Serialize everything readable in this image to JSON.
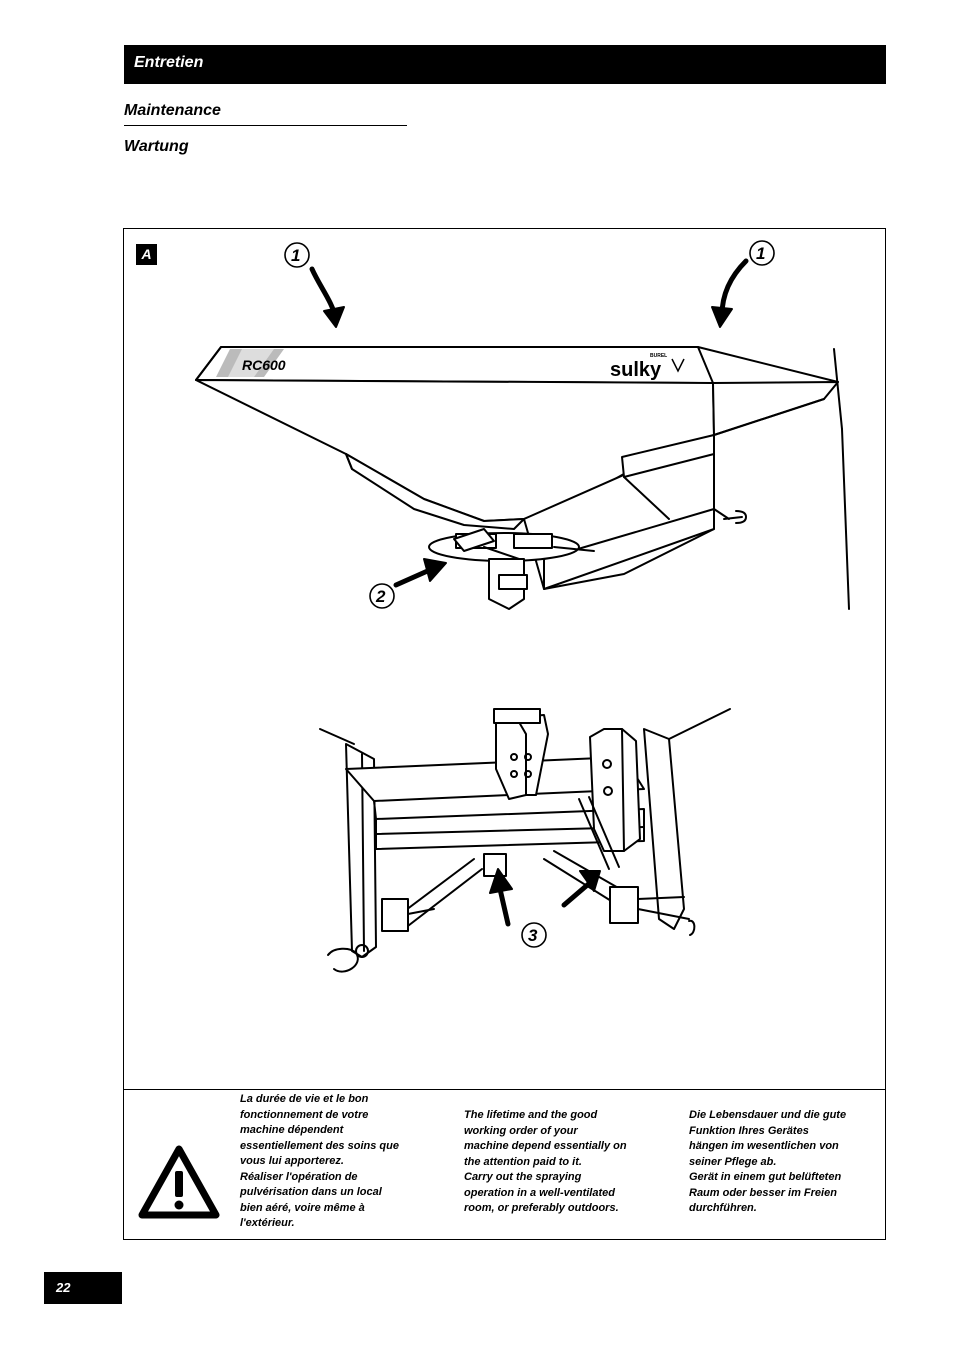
{
  "header": {
    "title": "Entretien",
    "subtitle_en": "Maintenance",
    "subtitle_de": "Wartung"
  },
  "figure": {
    "label": "A",
    "machine_model": "RC600",
    "brand": "sulky",
    "brand_sub": "BUREL",
    "callouts": [
      "1",
      "1",
      "2",
      "3"
    ]
  },
  "warning": {
    "icon": "warning-triangle-icon",
    "fr": [
      "La durée de vie et le bon",
      "fonctionnement de votre",
      "machine dépendent",
      "essentiellement des soins que",
      "vous lui apporterez.",
      "Réaliser l'opération de",
      "pulvérisation dans un local",
      "bien aéré, voire même à",
      "l'extérieur."
    ],
    "en": [
      "The lifetime and the good",
      "working order of your",
      "machine depend essentially on",
      "the attention paid to it.",
      "Carry out the spraying",
      "operation in a well-ventilated",
      "room, or preferably outdoors."
    ],
    "de": [
      "Die Lebensdauer und die gute",
      "Funktion Ihres Gerätes",
      "hängen im wesentlichen von",
      "seiner Pflege ab.",
      "Gerät in einem gut belüfteten",
      "Raum oder besser im Freien",
      "durchführen."
    ]
  },
  "page_number": "22"
}
